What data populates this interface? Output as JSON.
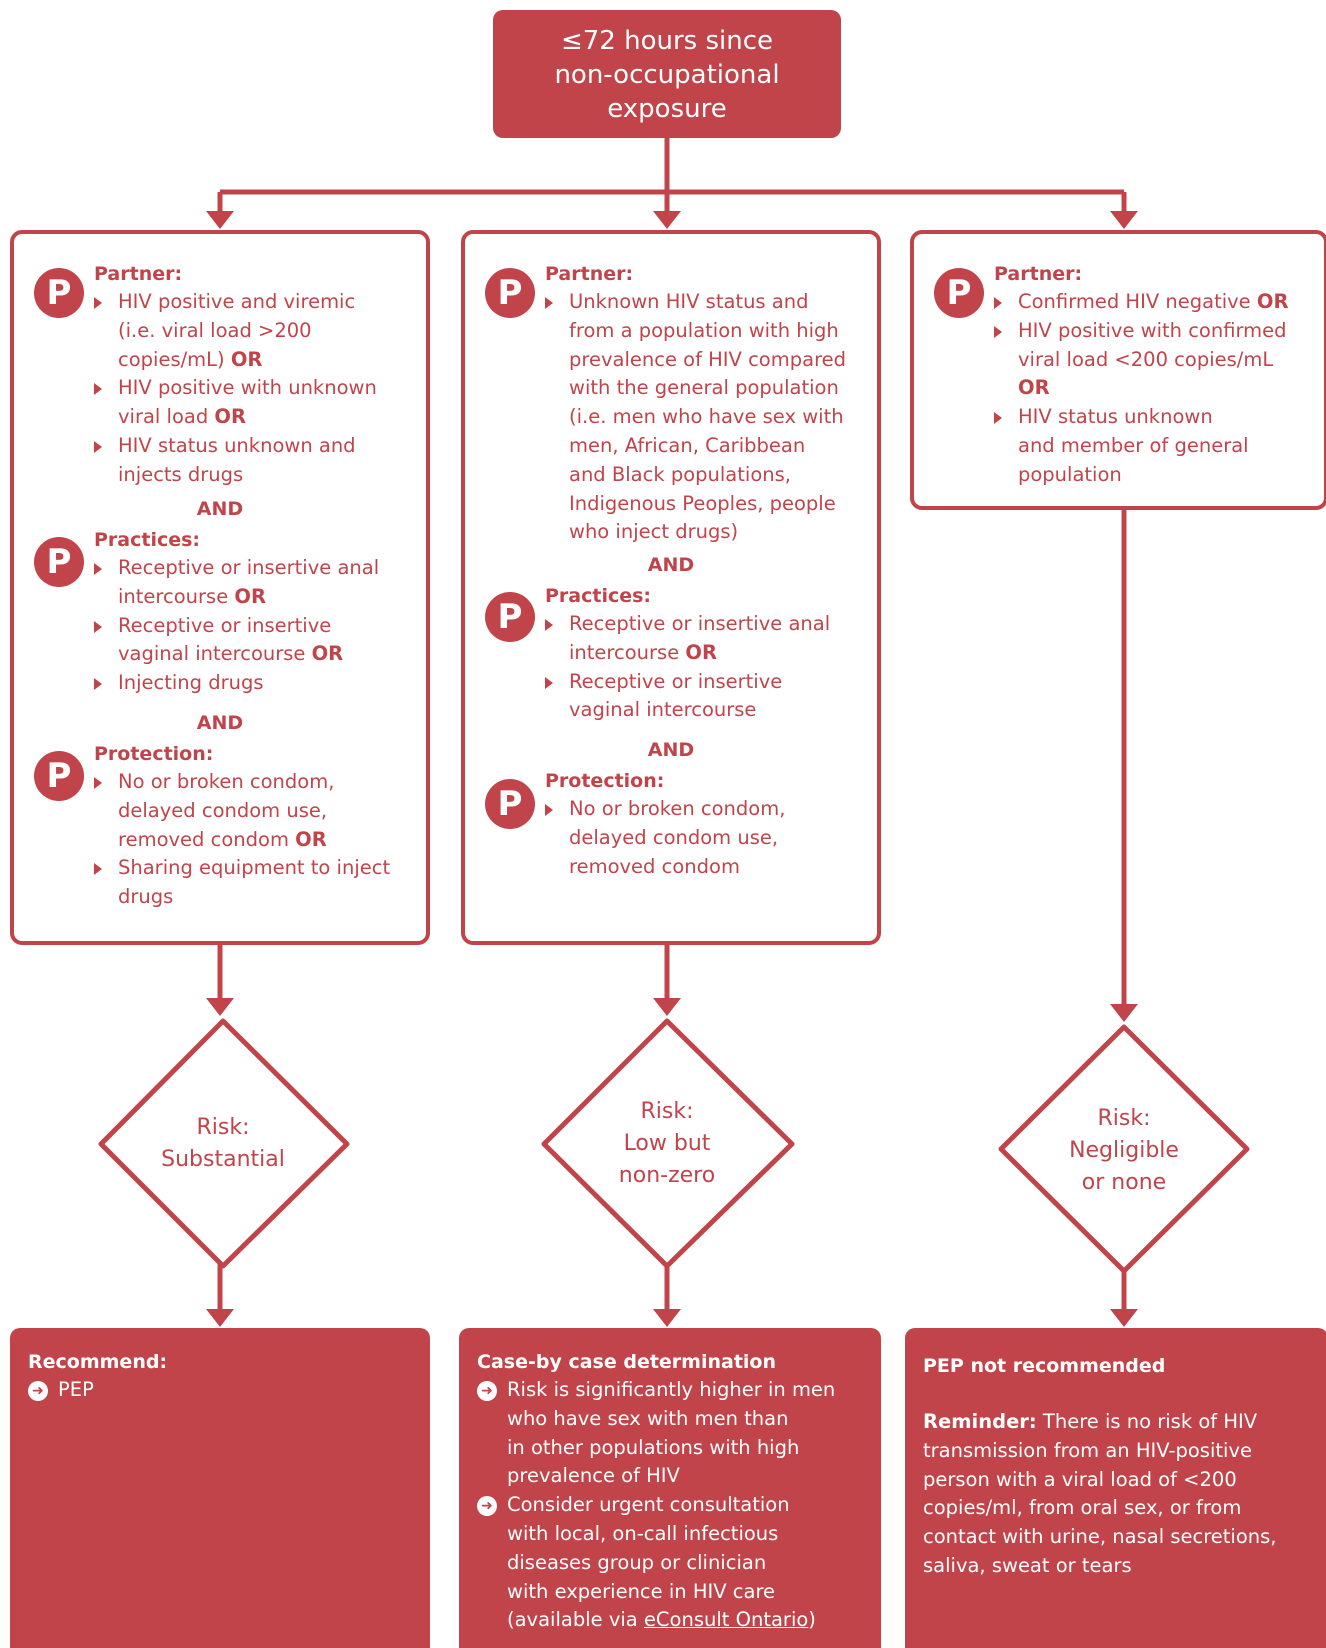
{
  "top": {
    "lines": [
      "≤72 hours since",
      "non-occupational",
      "exposure"
    ]
  },
  "badge_letter": "P",
  "and_label": "AND",
  "columns": [
    {
      "sections": [
        {
          "title": "Partner:",
          "items": [
            {
              "lines": [
                "HIV positive and viremic",
                "(i.e. viral load >200",
                "copies/mL) "
              ],
              "bold": "OR"
            },
            {
              "lines": [
                "HIV positive with unknown",
                "viral load "
              ],
              "bold": "OR"
            },
            {
              "lines": [
                "HIV status unknown and",
                "injects drugs"
              ],
              "bold": ""
            }
          ]
        },
        {
          "title": "Practices:",
          "items": [
            {
              "lines": [
                "Receptive or insertive anal",
                "intercourse "
              ],
              "bold": "OR"
            },
            {
              "lines": [
                "Receptive or insertive",
                "vaginal intercourse "
              ],
              "bold": "OR"
            },
            {
              "lines": [
                "Injecting drugs"
              ],
              "bold": ""
            }
          ]
        },
        {
          "title": "Protection:",
          "items": [
            {
              "lines": [
                "No or broken condom,",
                "delayed condom use,",
                "removed condom "
              ],
              "bold": "OR"
            },
            {
              "lines": [
                "Sharing equipment to inject",
                "drugs"
              ],
              "bold": ""
            }
          ]
        }
      ],
      "risk": [
        "Risk:",
        "Substantial"
      ],
      "outcome": {
        "title": "Recommend:",
        "bullets": [
          [
            "PEP"
          ]
        ]
      }
    },
    {
      "sections": [
        {
          "title": "Partner:",
          "items": [
            {
              "lines": [
                "Unknown HIV status and",
                "from a population with high",
                "prevalence of HIV compared",
                "with the general population",
                "(i.e. men who have sex with",
                "men, African, Caribbean",
                "and Black populations,",
                "Indigenous Peoples, people",
                "who inject drugs)"
              ],
              "bold": ""
            }
          ]
        },
        {
          "title": "Practices:",
          "items": [
            {
              "lines": [
                "Receptive or insertive anal",
                "intercourse "
              ],
              "bold": "OR"
            },
            {
              "lines": [
                "Receptive or insertive",
                "vaginal intercourse"
              ],
              "bold": ""
            }
          ]
        },
        {
          "title": "Protection:",
          "items": [
            {
              "lines": [
                "No or broken condom,",
                "delayed condom use,",
                "removed condom"
              ],
              "bold": ""
            }
          ]
        }
      ],
      "risk": [
        "Risk:",
        "Low but",
        "non-zero"
      ],
      "outcome": {
        "title": "Case-by case determination",
        "bullets": [
          [
            "Risk is significantly higher in men",
            "who have sex with men than",
            "in other populations with high",
            "prevalence of HIV"
          ],
          [
            "Consider urgent consultation",
            "with local, on-call infectious",
            "diseases group or clinician",
            "with experience in HIV care"
          ]
        ],
        "link_prefix": "(available via ",
        "link_text": "eConsult Ontario",
        "link_suffix": ")"
      }
    },
    {
      "sections": [
        {
          "title": "Partner:",
          "items": [
            {
              "lines": [
                "Confirmed HIV negative "
              ],
              "bold": "OR"
            },
            {
              "lines": [
                "HIV positive with confirmed",
                "viral load <200 copies/mL"
              ],
              "bold": "OR",
              "bold_newline": true
            },
            {
              "lines": [
                "HIV status unknown",
                "and member of general",
                "population"
              ],
              "bold": ""
            }
          ]
        }
      ],
      "risk": [
        "Risk:",
        "Negligible",
        "or none"
      ],
      "outcome": {
        "title": "PEP not recommended",
        "reminder_label": "Reminder:",
        "reminder_lines": [
          " There is no risk of HIV",
          "transmission from an HIV-positive",
          "person with a viral load of <200",
          "copies/ml, from oral sex, or from",
          "contact with urine, nasal secretions,",
          "saliva, sweat or tears"
        ]
      }
    }
  ],
  "colors": {
    "primary": "#c1444a",
    "background": "#ffffff",
    "box_text": "#ffffff"
  }
}
